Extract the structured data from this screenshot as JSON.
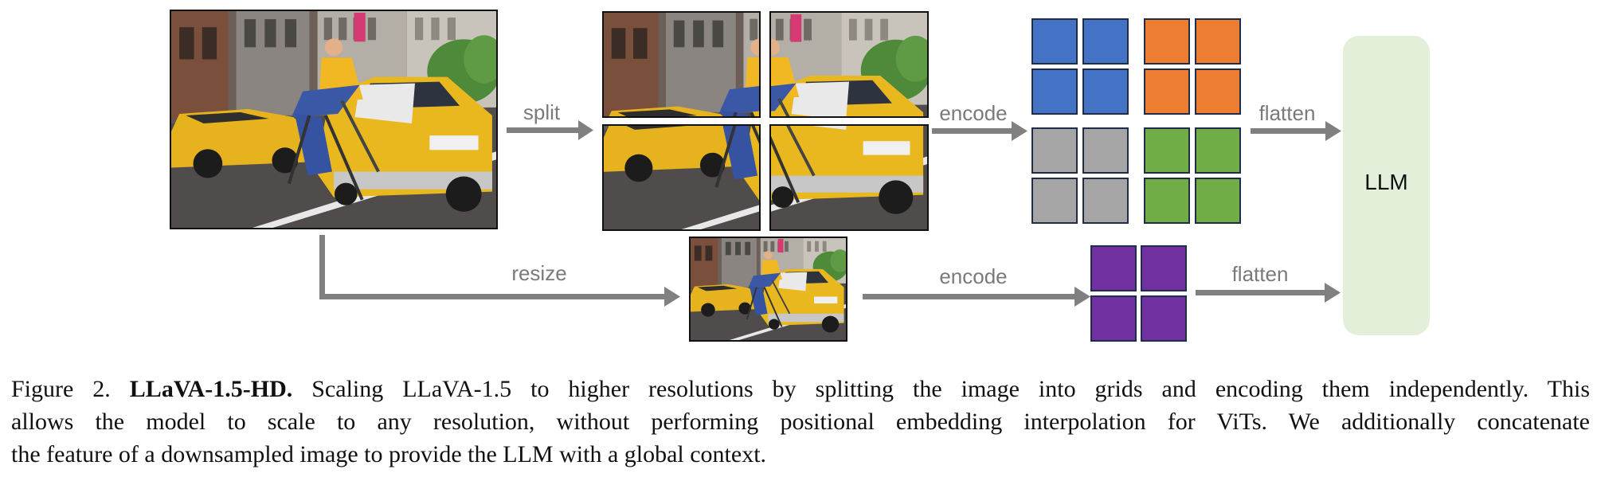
{
  "labels": {
    "split": "split",
    "encode_top": "encode",
    "flatten_top": "flatten",
    "resize": "resize",
    "encode_bottom": "encode",
    "flatten_bottom": "flatten",
    "llm": "LLM"
  },
  "colors": {
    "arrow": "#808080",
    "blue": "#4472c4",
    "orange": "#ed7d31",
    "gray": "#a5a5a5",
    "green": "#70ad47",
    "purple": "#7030a0",
    "llm_bg": "#e3efd8",
    "cell_border": "#1f2d4a"
  },
  "caption": {
    "prefix": "Figure 2.",
    "title": "LLaVA-1.5-HD.",
    "line1_rest": "Scaling LLaVA-1.5 to higher resolutions by splitting the image into grids and encoding them independently. This",
    "line2": "allows the model to scale to any resolution, without performing positional embedding interpolation for ViTs. We additionally concatenate",
    "line3": "the feature of a downsampled image to provide the LLM with a global context."
  }
}
